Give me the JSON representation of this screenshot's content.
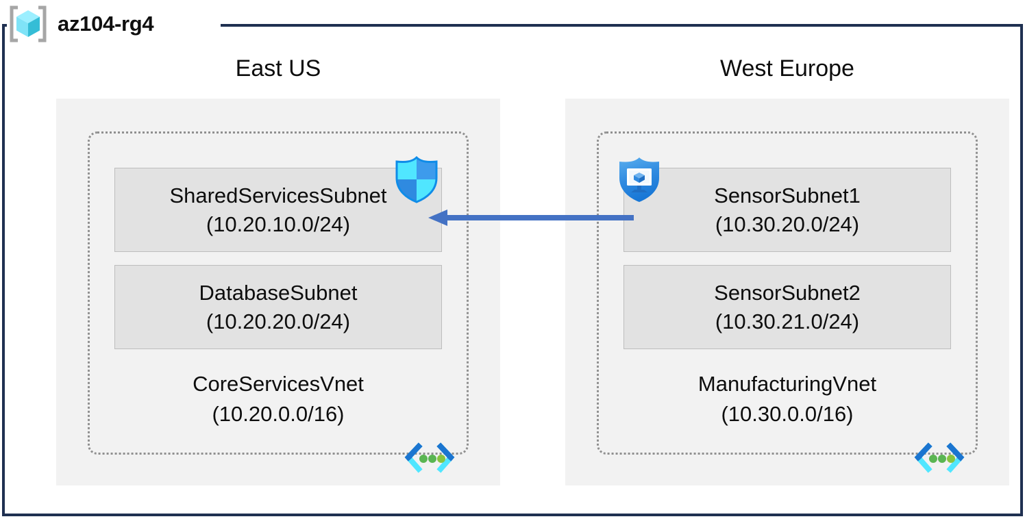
{
  "resource_group": {
    "name": "az104-rg4",
    "icon": "resource-group-cube-icon"
  },
  "colors": {
    "frame_border": "#1f3051",
    "region_fill": "#f2f2f2",
    "vnet_border": "#909090",
    "subnet_fill": "#e2e2e2",
    "subnet_border": "#bdbdbd",
    "arrow": "#4472c4",
    "azure_blue": "#1b8bea",
    "azure_cyan": "#50e6ff",
    "vnet_icon_green": "#5ab552"
  },
  "regions": [
    {
      "label": "East US",
      "vnet": {
        "name": "CoreServicesVnet",
        "cidr": "(10.20.0.0/16)",
        "icon": "virtual-network-icon",
        "subnets": [
          {
            "name": "SharedServicesSubnet",
            "cidr": "(10.20.10.0/24)",
            "icon": "firewall-shield-icon"
          },
          {
            "name": "DatabaseSubnet",
            "cidr": "(10.20.20.0/24)",
            "icon": null
          }
        ]
      }
    },
    {
      "label": "West Europe",
      "vnet": {
        "name": "ManufacturingVnet",
        "cidr": "(10.30.0.0/16)",
        "icon": "virtual-network-icon",
        "subnets": [
          {
            "name": "SensorSubnet1",
            "cidr": "(10.30.20.0/24)",
            "icon": "defender-for-servers-shield-icon"
          },
          {
            "name": "SensorSubnet2",
            "cidr": "(10.30.21.0/24)",
            "icon": null
          }
        ]
      }
    }
  ],
  "connection": {
    "icon": "left-arrow-icon",
    "direction": "right-to-left",
    "from": "SensorSubnet1",
    "to": "SharedServicesSubnet"
  }
}
